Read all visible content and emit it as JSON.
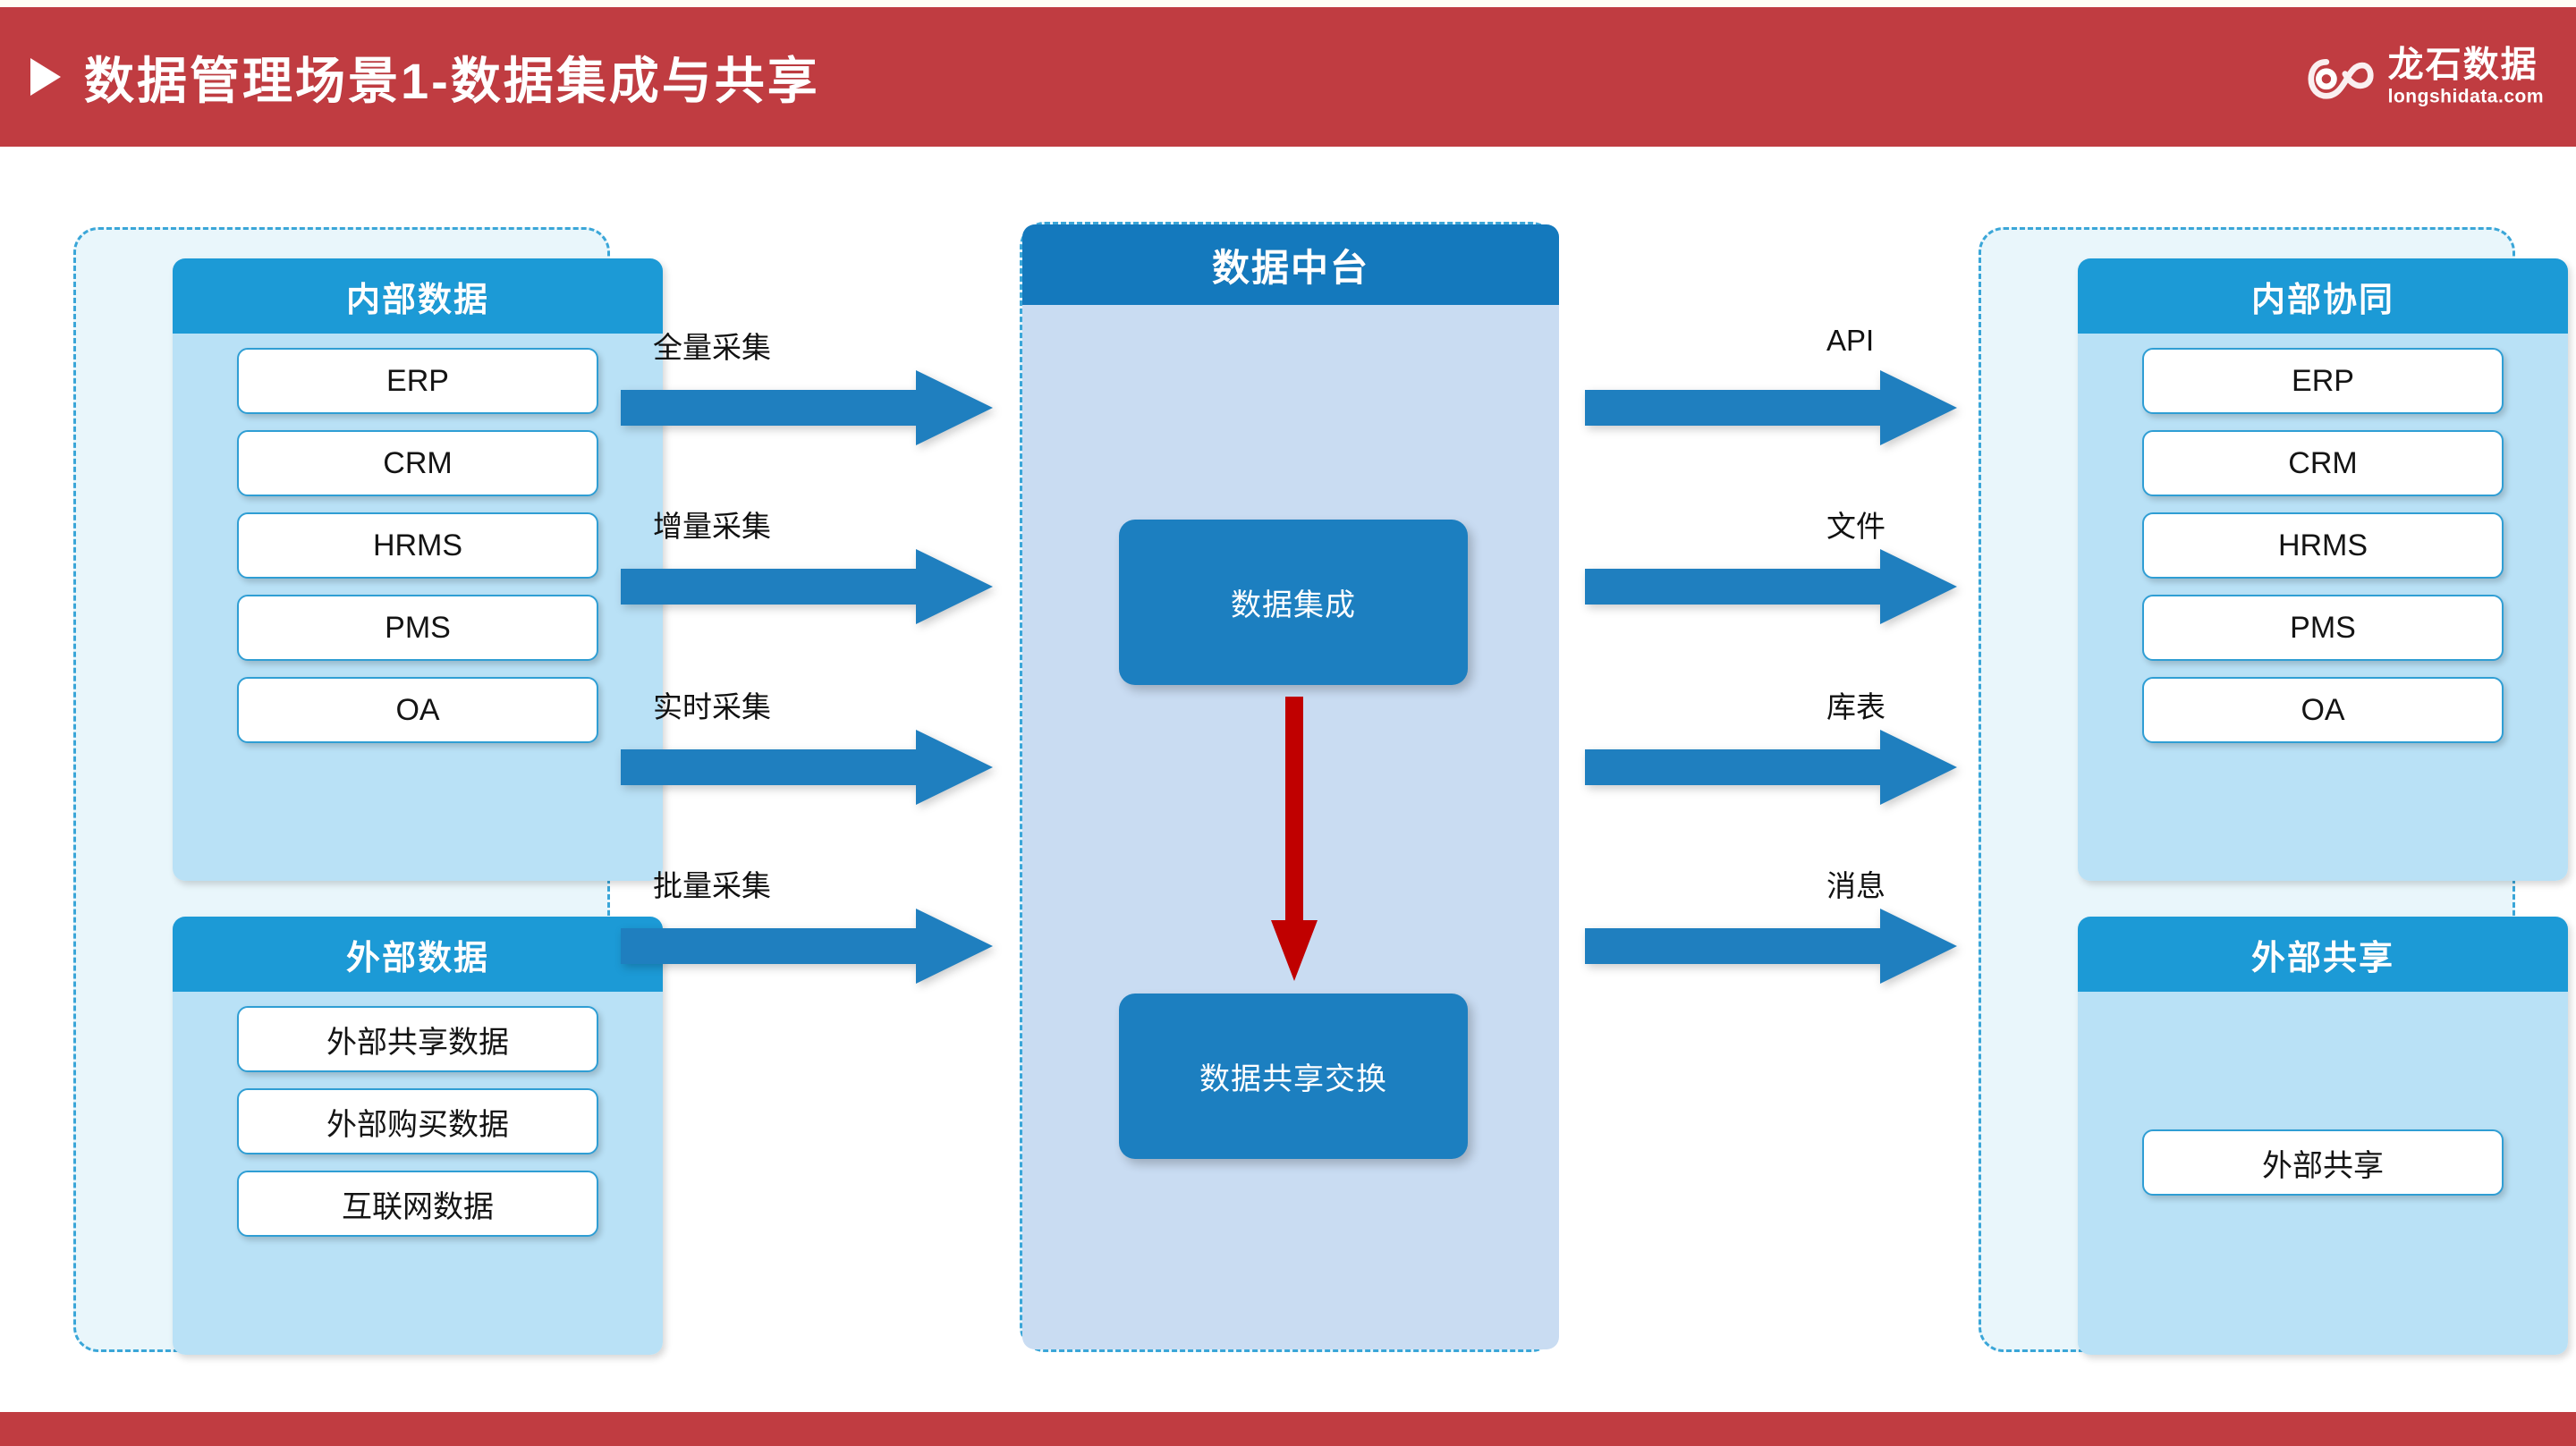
{
  "header": {
    "title": "数据管理场景1-数据集成与共享",
    "bullet_icon": "play-triangle-icon",
    "brand": {
      "cn": "龙石数据",
      "en": "longshidata.com",
      "logo_icon": "infinity-loop-logo-icon"
    },
    "bar_color": "#c03c41"
  },
  "colors": {
    "panel_header": "#1c9ad6",
    "panel_body": "#b9e1f6",
    "center_panel_header": "#1479bd",
    "center_panel_body": "#c9dcf2",
    "group_border": "#3aa6d8",
    "group_fill": "#e9f6fb",
    "arrow_blue": "#1f7fbf",
    "arrow_red": "#c00000",
    "process_box": "#1c7fc0",
    "chip_border": "#2f9ed4"
  },
  "left": {
    "panels": [
      {
        "title": "内部数据",
        "items": [
          "ERP",
          "CRM",
          "HRMS",
          "PMS",
          "OA"
        ]
      },
      {
        "title": "外部数据",
        "items": [
          "外部共享数据",
          "外部购买数据",
          "互联网数据"
        ]
      }
    ]
  },
  "center": {
    "title": "数据中台",
    "boxes": [
      {
        "label": "数据集成"
      },
      {
        "label": "数据共享交换"
      }
    ],
    "flow_arrow": "red-down-arrow-icon"
  },
  "right": {
    "panels": [
      {
        "title": "内部协同",
        "items": [
          "ERP",
          "CRM",
          "HRMS",
          "PMS",
          "OA"
        ]
      },
      {
        "title": "外部共享",
        "items": [
          "外部共享"
        ]
      }
    ]
  },
  "arrows": {
    "left_to_center": [
      {
        "label": "全量采集"
      },
      {
        "label": "增量采集"
      },
      {
        "label": "实时采集"
      },
      {
        "label": "批量采集"
      }
    ],
    "center_to_right": [
      {
        "label": "API"
      },
      {
        "label": "文件"
      },
      {
        "label": "库表"
      },
      {
        "label": "消息"
      }
    ]
  }
}
